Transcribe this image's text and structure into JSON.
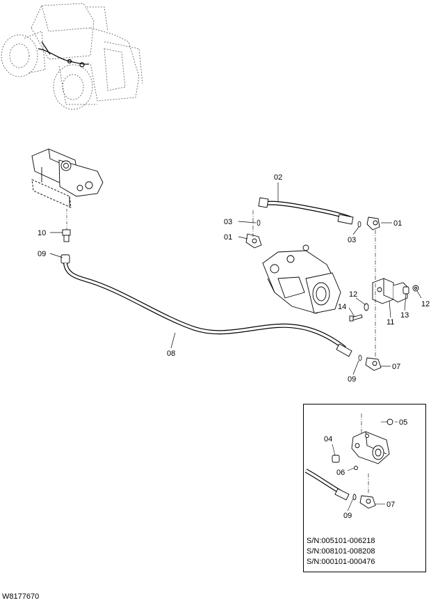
{
  "callouts": {
    "c02": "02",
    "c03a": "03",
    "c01a": "01",
    "c01b": "01",
    "c03b": "03",
    "c10": "10",
    "c09a": "09",
    "c12a": "12",
    "c12b": "12",
    "c14": "14",
    "c11": "11",
    "c13": "13",
    "c08": "08",
    "c07": "07",
    "c09b": "09",
    "i05": "05",
    "i04": "04",
    "i06": "06",
    "i07": "07",
    "i09": "09"
  },
  "serials": [
    "S/N:005101-006218",
    "S/N:008101-008208",
    "S/N:000101-000476"
  ],
  "drawing_code": "W8177670"
}
